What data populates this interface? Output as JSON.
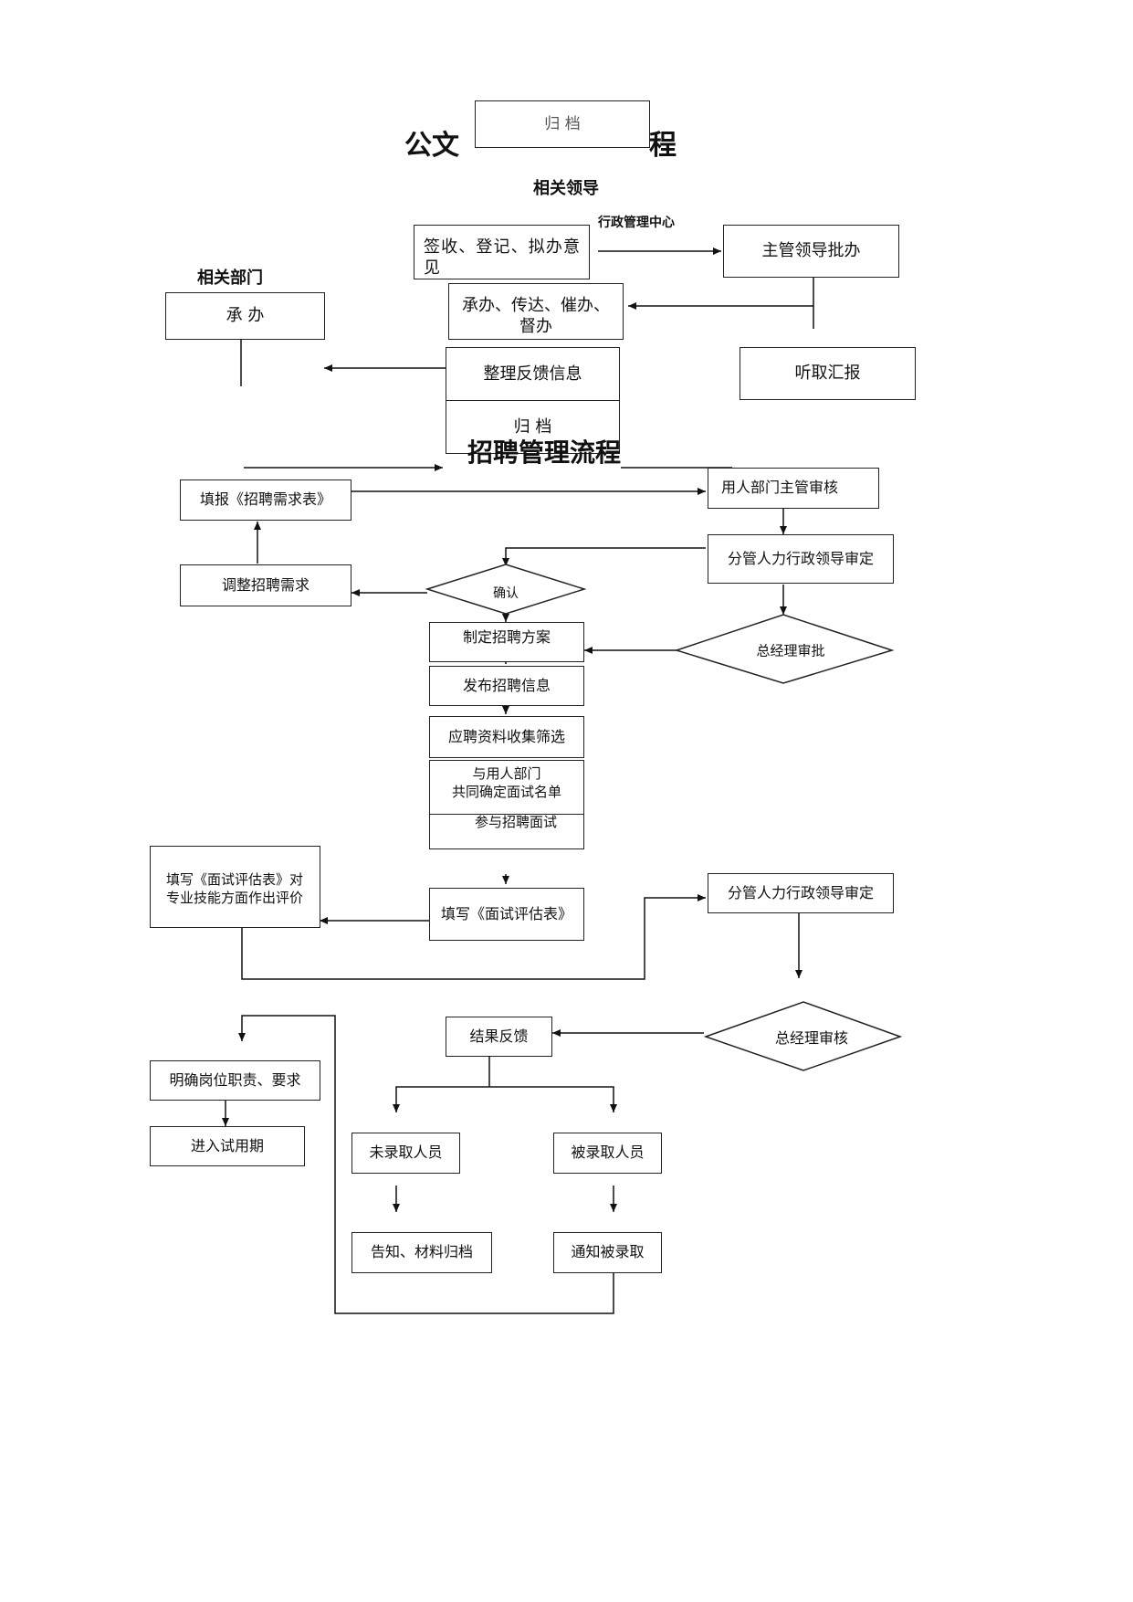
{
  "official_doc": {
    "title_prefix": "公文",
    "title_suffix": "程",
    "top_archive": "归 档",
    "leader_label": "相关领导",
    "center_label": "行政管理中心",
    "dept_label": "相关部门",
    "sign_box": "签收、登记、拟办意见",
    "approve_box": "主管领导批办",
    "handle_box": "承办、传达、催办、督办",
    "undertake_box": "承 办",
    "feedback_box": "整理反馈信息",
    "archive_box": "归 档",
    "report_box": "听取汇报"
  },
  "recruit": {
    "title": "招聘管理流程",
    "fill_demand": "填报《招聘需求表》",
    "dept_review": "用人部门主管审核",
    "hr_review_1": "分管人力行政领导审定",
    "adjust_demand": "调整招聘需求",
    "confirm": "确认",
    "gm_approve": "总经理审批",
    "make_plan": "制定招聘方案",
    "publish_info": "发布招聘信息",
    "collect_screen": "应聘资料收集筛选",
    "decide_list_line1": "与用人部门",
    "decide_list_line2": "共同确定面试名单",
    "join_interview": "参与招聘面试",
    "eval_dept_line1": "填写《面试评估表》对",
    "eval_dept_line2": "专业技能方面作出评价",
    "eval_form": "填写《面试评估表》",
    "hr_review_2": "分管人力行政领导审定",
    "gm_review": "总经理审核",
    "result_feedback": "结果反馈",
    "duties": "明确岗位职责、要求",
    "probation": "进入试用期",
    "not_hired": "未录取人员",
    "hired": "被录取人员",
    "notify_archive": "告知、材料归档",
    "notify_hired": "通知被录取"
  }
}
